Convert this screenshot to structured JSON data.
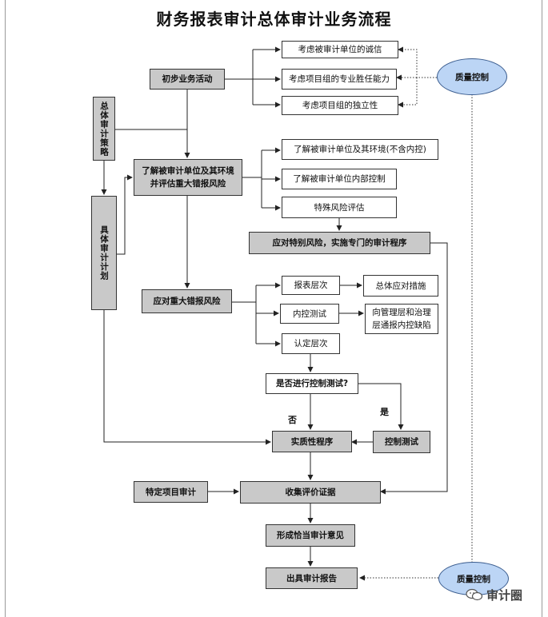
{
  "title": "财务报表审计总体审计业务流程",
  "nodes": {
    "preliminary": "初步业务活动",
    "integrity": "考虑被审计单位的诚信",
    "competence": "考虑项目组的专业胜任能力",
    "independence": "考虑项目组的独立性",
    "quality_control_top": "质量控制",
    "overall_strategy": "总体审计策略",
    "understand_entity": "了解被审计单位及其环境并评估重大错报风险",
    "understand_env": "了解被审计单位及其环境(不含内控)",
    "understand_ic": "了解被审计单位内部控制",
    "special_risk_assess": "特殊风险评估",
    "special_risk_response": "应对特别风险，实施专门的审计程序",
    "specific_plan": "具体审计计划",
    "respond_risk": "应对重大错报风险",
    "fs_level": "报表层次",
    "overall_response": "总体应对措施",
    "ic_test": "内控测试",
    "report_ic_deficiency": "向管理层和治理层通报内控缺陷",
    "assertion_level": "认定层次",
    "control_test_q": "是否进行控制测试?",
    "no": "否",
    "yes": "是",
    "substantive": "实质性程序",
    "control_test": "控制测试",
    "special_item": "特定项目审计",
    "collect_evidence": "收集评价证据",
    "form_opinion": "形成恰当审计意见",
    "issue_report": "出具审计报告",
    "quality_control_bottom": "质量控制"
  },
  "watermark": {
    "text": "审计圈",
    "icon": "wechat-icon"
  },
  "colors": {
    "box_fill": "#c9c9c9",
    "ellipse_fill": "#bcd5f5",
    "line": "#222222"
  }
}
